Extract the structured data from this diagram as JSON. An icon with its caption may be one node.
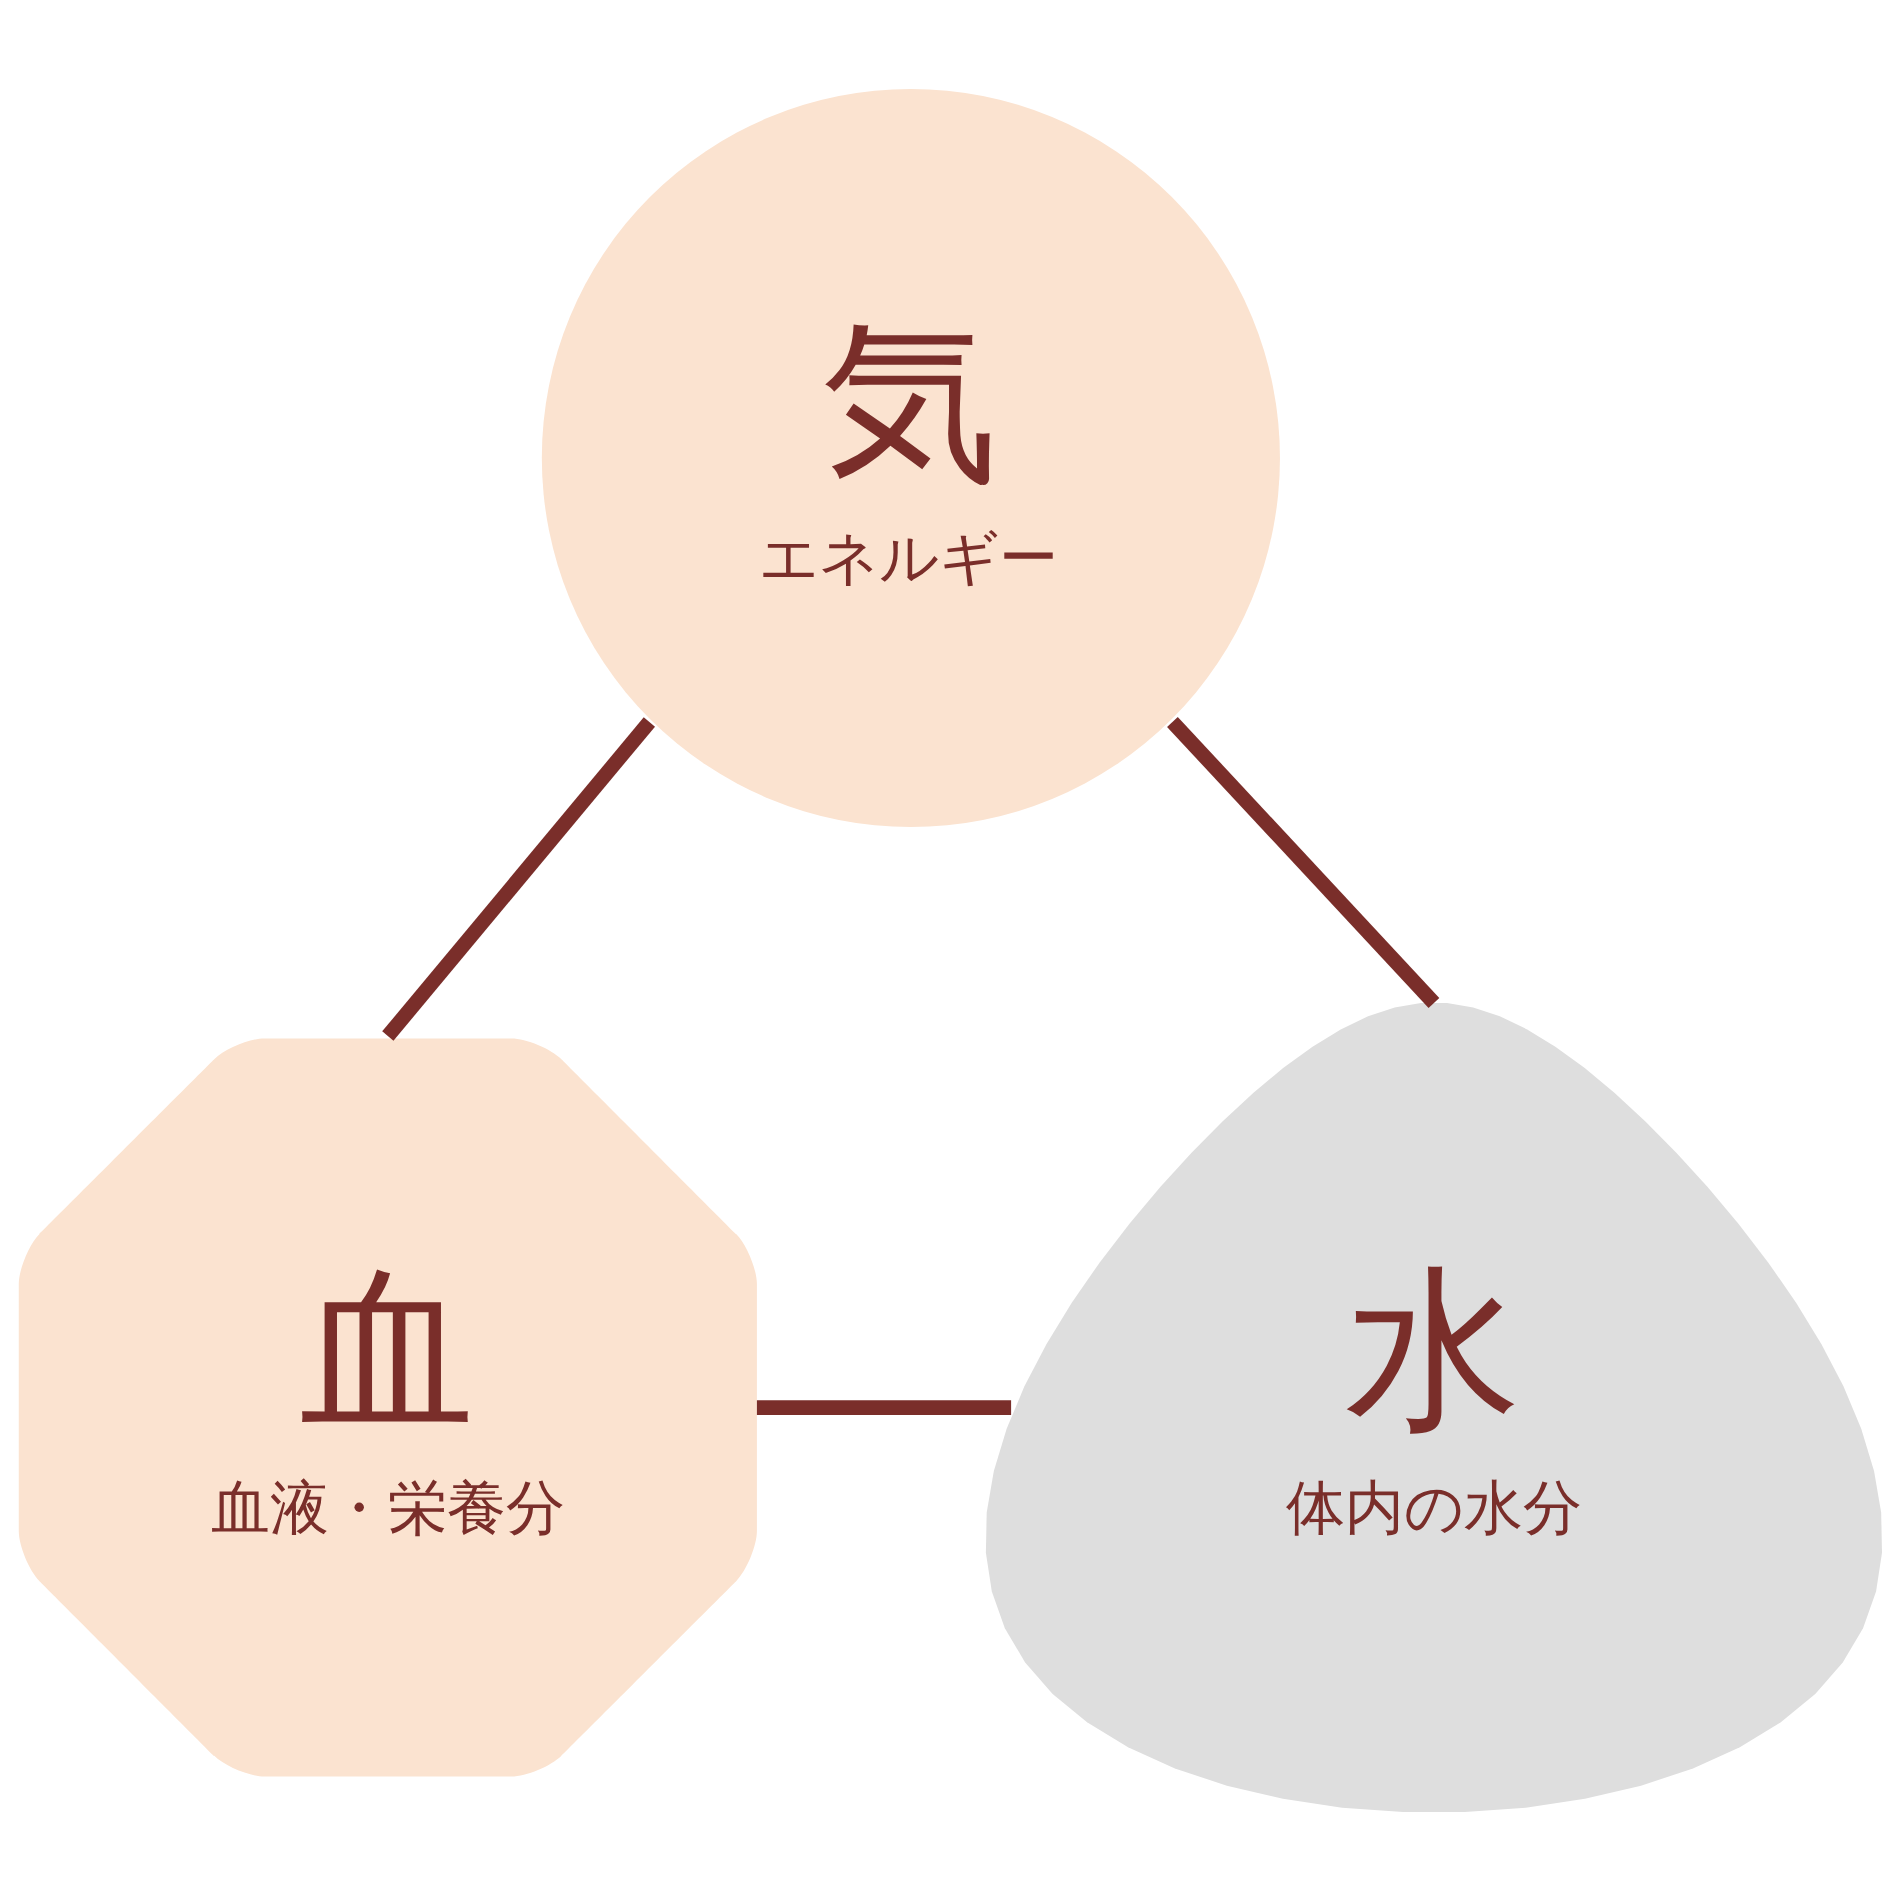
{
  "diagram": {
    "nodes": [
      {
        "text": [
          "気",
          "エネルギー"
        ]
      },
      {
        "text": [
          "血",
          "血液・栄養分"
        ]
      },
      {
        "text": [
          "水",
          "体内の水分"
        ]
      }
    ],
    "edges": [
      {
        "from": 0,
        "to": 1,
        "arrow": "none"
      },
      {
        "from": 0,
        "to": 2,
        "arrow": "none"
      },
      {
        "from": 1,
        "to": 2,
        "arrow": "none"
      }
    ]
  }
}
